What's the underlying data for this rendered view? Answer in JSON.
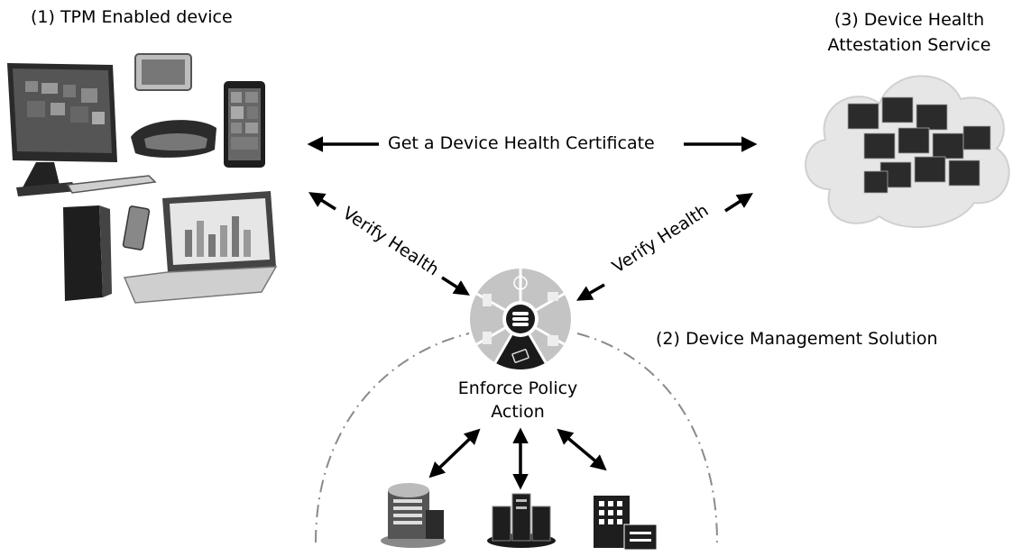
{
  "labels": {
    "tpm_device": "(1) TPM Enabled device",
    "attestation_line1": "(3) Device Health",
    "attestation_line2": "Attestation Service",
    "get_certificate": "Get a Device Health Certificate",
    "verify_left": "Verify Health",
    "verify_right": "Verify Health",
    "management": "(2) Device Management Solution",
    "enforce_line1": "Enforce Policy",
    "enforce_line2": "Action"
  },
  "colors": {
    "arrow": "#000000",
    "cloud": "#e6e6e6",
    "wheel": "#c4c4c4",
    "dark": "#1a1a1a",
    "arc": "#8a8a8a"
  },
  "icons": {
    "devices": [
      "all-in-one-pc-icon",
      "tablet-icon",
      "hololens-headset-icon",
      "phone-icon",
      "keyboard-icon",
      "tower-pc-icon",
      "usb-drive-icon",
      "laptop-icon"
    ],
    "service": "server-cloud-icon",
    "hub": "device-management-wheel-icon",
    "resources": [
      "datacenter-icon",
      "servers-icon",
      "office-building-icon"
    ]
  }
}
